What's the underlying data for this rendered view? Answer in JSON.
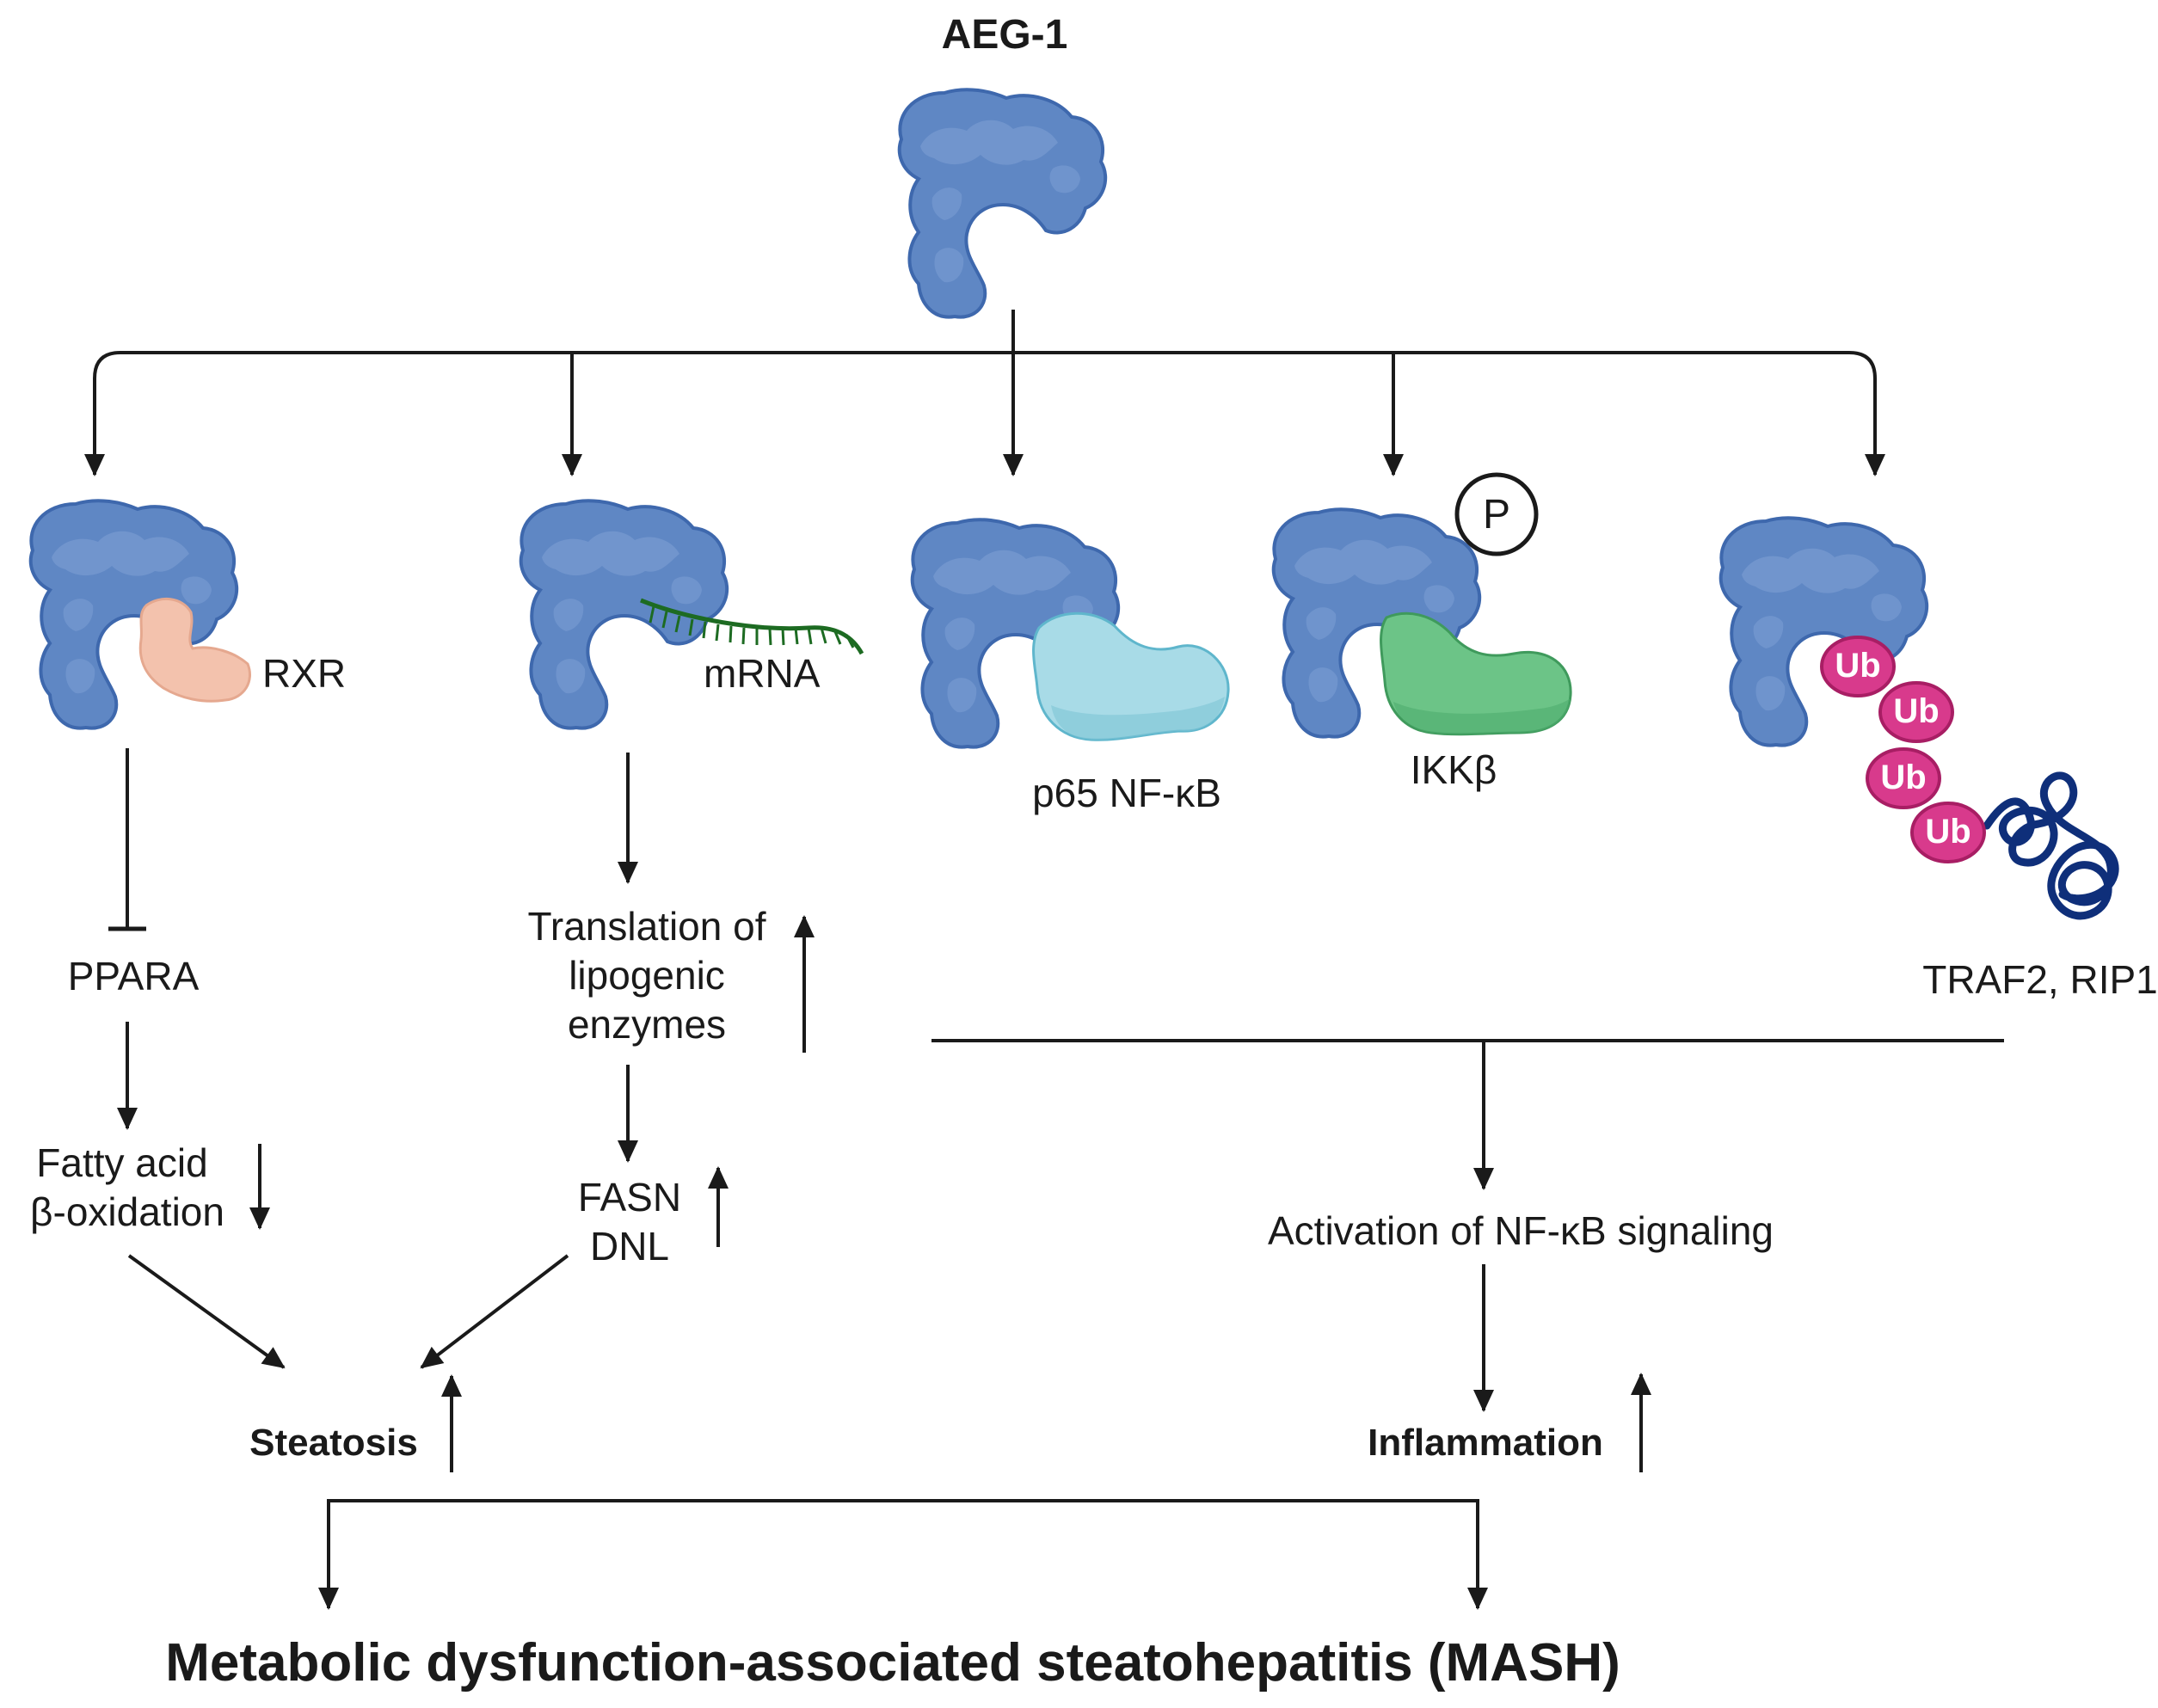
{
  "diagram": {
    "title": "AEG-1",
    "bottom_title": "Metabolic dysfunction-associated steatohepatitis (MASH)",
    "complexes": {
      "rxr": "RXR",
      "mrna": "mRNA",
      "p65": "p65 NF-κB",
      "ikk": "IKKβ",
      "phospho": "P",
      "traf": "TRAF2, RIP1",
      "ub": "Ub"
    },
    "pathway_left": {
      "ppara": "PPARA",
      "fatty_acid_line1": "Fatty acid",
      "fatty_acid_line2": "β-oxidation",
      "steatosis": "Steatosis"
    },
    "pathway_middle": {
      "translation_line1": "Translation of",
      "translation_line2": "lipogenic",
      "translation_line3": "enzymes",
      "fasn": "FASN",
      "dnl": "DNL"
    },
    "pathway_right": {
      "nfkb_activation": "Activation of NF-κB signaling",
      "inflammation": "Inflammation"
    },
    "colors": {
      "protein": "#5f87c4",
      "protein_edge": "#3e68ad",
      "rxr": "#f3c2ad",
      "p65": "#a8dbe7",
      "ikk": "#6cc487",
      "ub": "#d83a8c",
      "traf_coil": "#0f2f7a",
      "mrna": "#1d6b22",
      "line": "#1a1a1a"
    }
  }
}
